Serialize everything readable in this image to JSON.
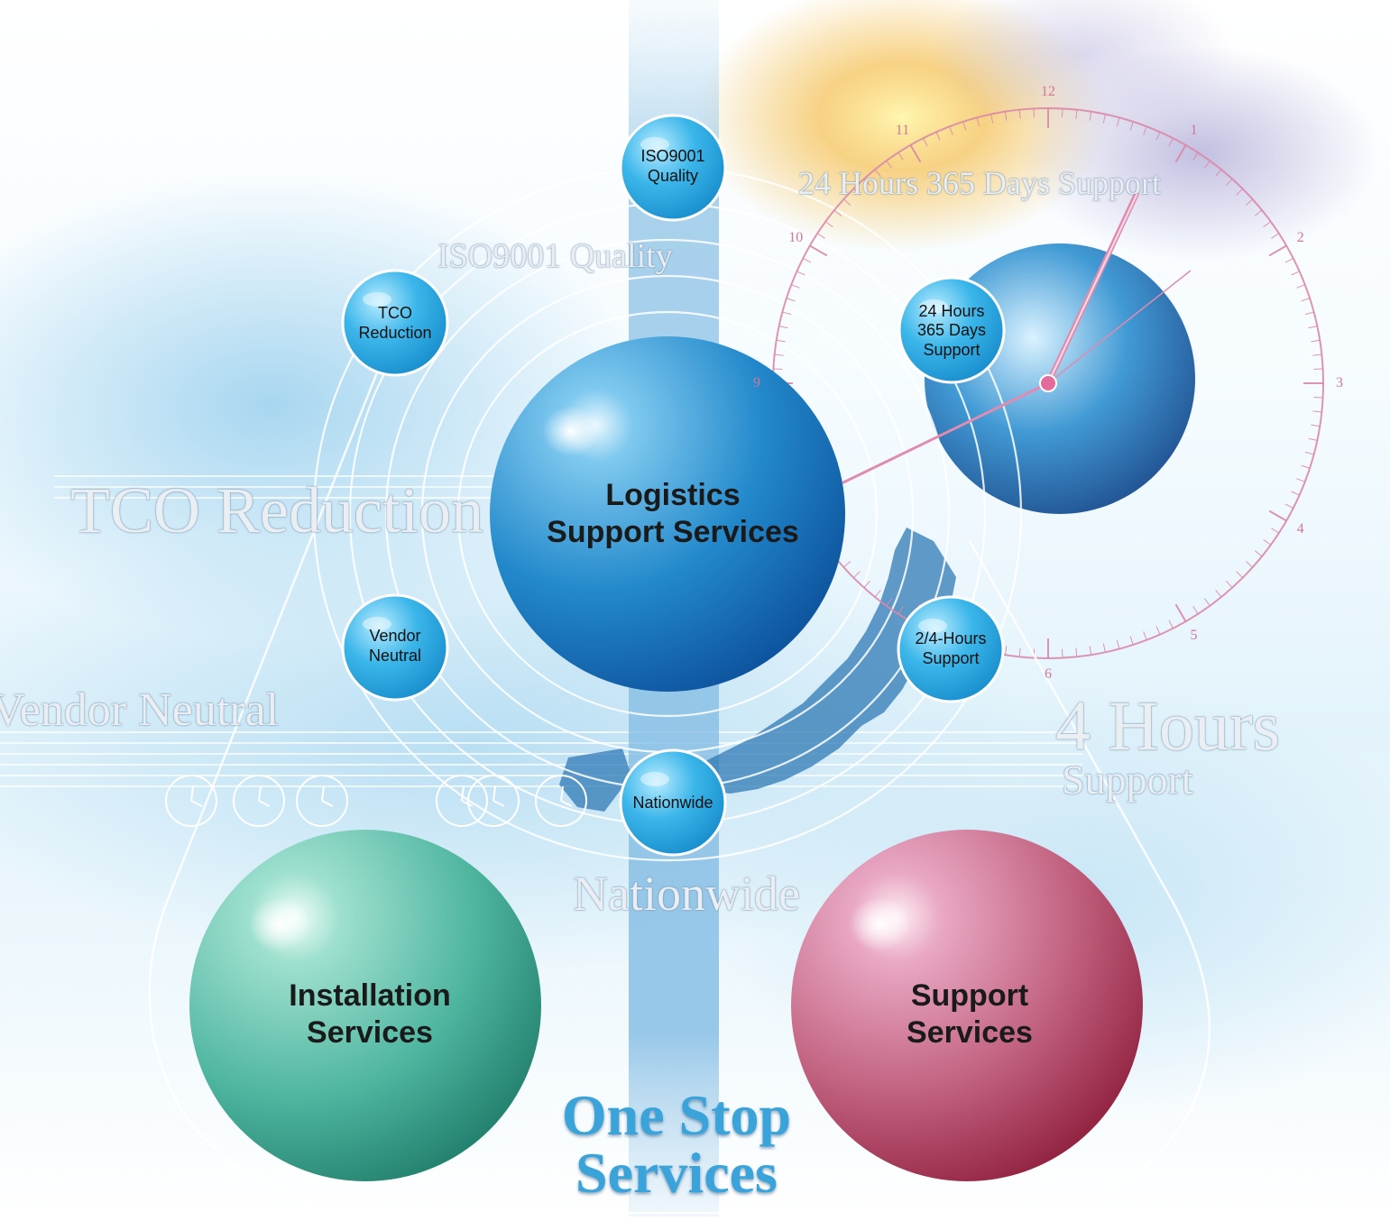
{
  "center": {
    "title": "Logistics\nSupport Services"
  },
  "bottom_left": {
    "title": "Installation\nServices"
  },
  "bottom_right": {
    "title": "Support\nServices"
  },
  "nodes": [
    {
      "id": "iso",
      "label": "ISO9001\nQuality"
    },
    {
      "id": "tco",
      "label": "TCO\nReduction"
    },
    {
      "id": "h24",
      "label": "24 Hours\n365 Days\nSupport"
    },
    {
      "id": "vendor",
      "label": "Vendor\nNeutral"
    },
    {
      "id": "h24b",
      "label": "2/4-Hours\nSupport"
    },
    {
      "id": "nation",
      "label": "Nationwide"
    }
  ],
  "background_text": {
    "iso": "ISO9001 Quality",
    "hours365": "24 Hours 365 Days Support",
    "tco": "TCO Reduction",
    "vendor": "Vendor Neutral",
    "four_hours": "4 Hours",
    "four_support": "Support",
    "nationwide": "Nationwide"
  },
  "clock_numbers": [
    "12",
    "1",
    "2",
    "3",
    "4",
    "5",
    "6",
    "9",
    "10",
    "11"
  ],
  "footer": {
    "title": "One Stop\nServices"
  },
  "colors": {
    "blue_sphere": "#1f86c8",
    "green_sphere": "#3fae98",
    "red_sphere": "#b8405c",
    "node": "#35b2e6",
    "accent_text": "#3aa3d9",
    "clock": "#d98aa8"
  }
}
